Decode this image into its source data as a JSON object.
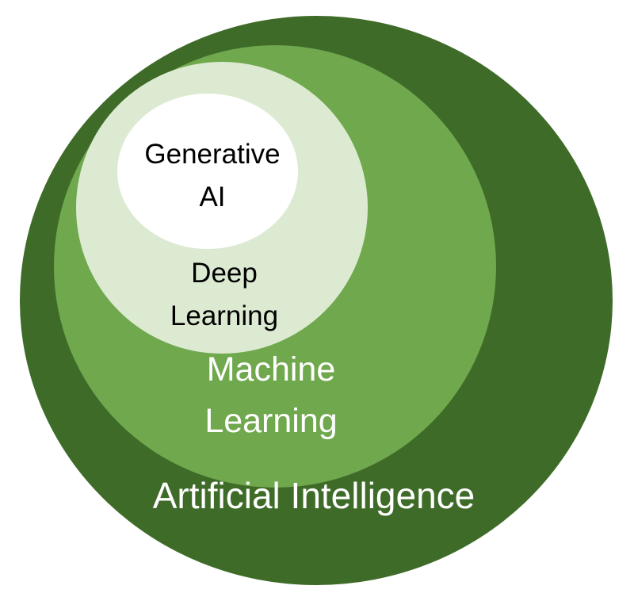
{
  "diagram": {
    "type": "nested-circles",
    "title": "AI concept hierarchy",
    "layers": [
      {
        "id": "artificial-intelligence",
        "label": "Artificial Intelligence",
        "fill": "#3e6b28",
        "text_color": "#ffffff"
      },
      {
        "id": "machine-learning",
        "label": "Machine Learning",
        "fill": "#70a84e",
        "text_color": "#ffffff"
      },
      {
        "id": "deep-learning",
        "label": "Deep Learning",
        "fill": "#dcead2",
        "text_color": "#000000"
      },
      {
        "id": "generative-ai",
        "label": "Generative AI",
        "fill": "#ffffff",
        "text_color": "#000000"
      }
    ]
  },
  "labels": {
    "generative_line1": "Generative",
    "generative_line2": "AI",
    "deep_line1": "Deep",
    "deep_line2": "Learning",
    "machine_line1": "Machine",
    "machine_line2": "Learning",
    "artificial": "Artificial Intelligence"
  },
  "colors": {
    "color_ai": "#3e6b28",
    "color_ml": "#70a84e",
    "color_dl": "#dcead2",
    "color_gen": "#ffffff",
    "text_dark": "#000000",
    "text_light": "#ffffff"
  }
}
